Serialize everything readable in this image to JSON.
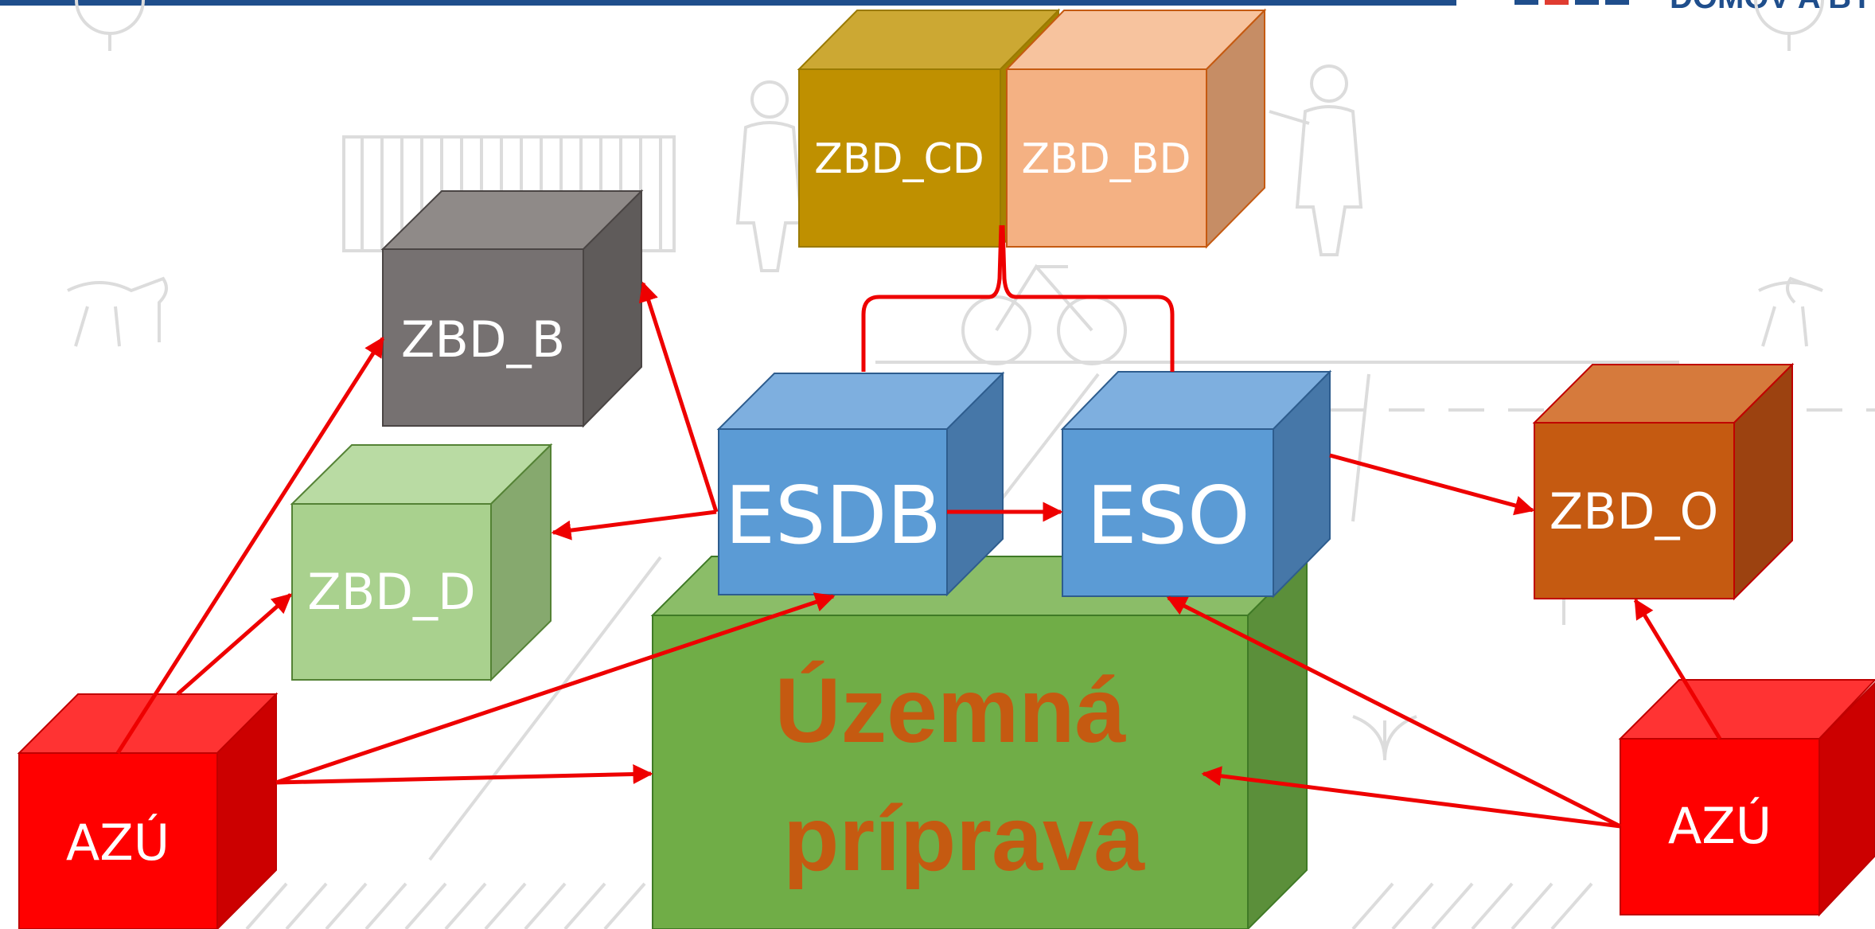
{
  "colors": {
    "top_bar": "#1f4e8c",
    "connector": "#ee0000",
    "line_art": "#d8d8d8",
    "main_label": "#c55a11"
  },
  "header": {
    "logo_text": "DOMOV A BYTY"
  },
  "boxes": {
    "zbd_cd": "ZBD_CD",
    "zbd_bd": "ZBD_BD",
    "zbd_b": "ZBD_B",
    "zbd_d": "ZBD_D",
    "esdb": "ESDB",
    "eso": "ESO",
    "zbd_o": "ZBD_O",
    "azu_left": "AZÚ",
    "azu_right": "AZÚ"
  },
  "main_box": {
    "line1": "Územná",
    "line2": "príprava"
  }
}
